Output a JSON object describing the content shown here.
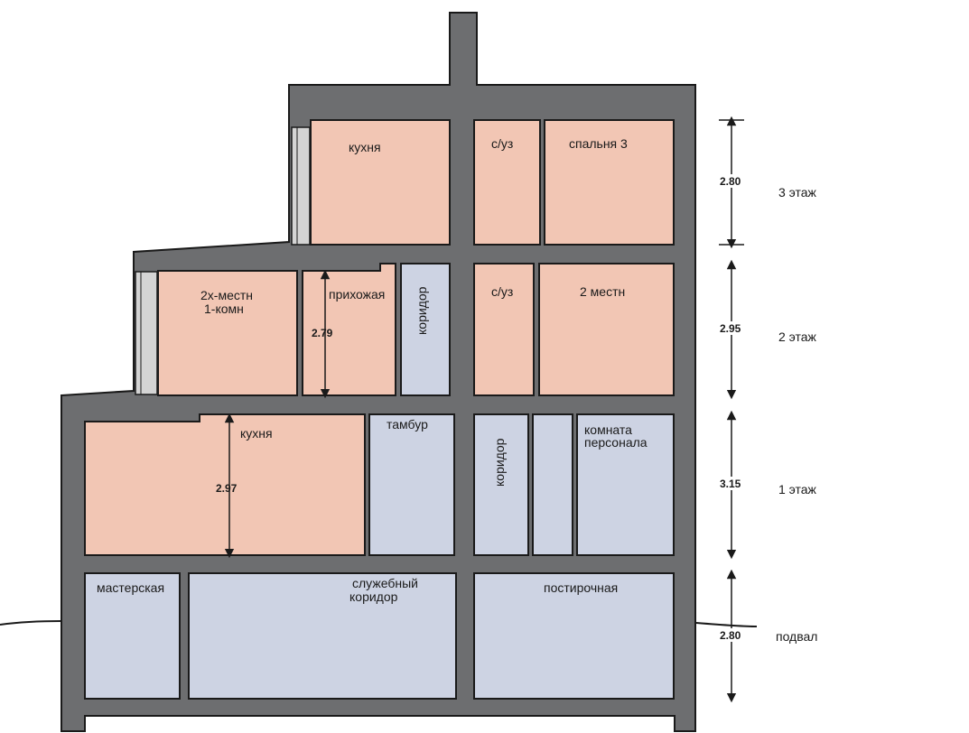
{
  "colors": {
    "wall": "#6d6e70",
    "residential": "#f2c6b4",
    "service": "#cdd3e3",
    "glazing": "#d4d4d4",
    "line": "#1a1a1a"
  },
  "rooms": {
    "kitchen_3": "кухня",
    "bath_3": "с/уз",
    "bedroom_3": "спальня 3",
    "double_room_line1": "2х-местн",
    "double_room_line2": "1-комн",
    "hallway": "прихожая",
    "corridor_2": "коридор",
    "bath_2": "с/уз",
    "double_2": "2 местн",
    "kitchen_1": "кухня",
    "vestibule": "тамбур",
    "corridor_1": "коридор",
    "staff_room_line1": "комната",
    "staff_room_line2": "персонала",
    "workshop": "мастерская",
    "service_corridor_line1": "служебный",
    "service_corridor_line2": "коридор",
    "laundry": "постирочная"
  },
  "dimensions": {
    "floor3_height": "2.80",
    "floor2_height": "2.95",
    "floor1_height": "3.15",
    "basement_height": "2.80",
    "hallway_height": "2.79",
    "kitchen1_height": "2.97"
  },
  "floors": {
    "floor3": "3 этаж",
    "floor2": "2 этаж",
    "floor1": "1 этаж",
    "basement": "подвал"
  }
}
